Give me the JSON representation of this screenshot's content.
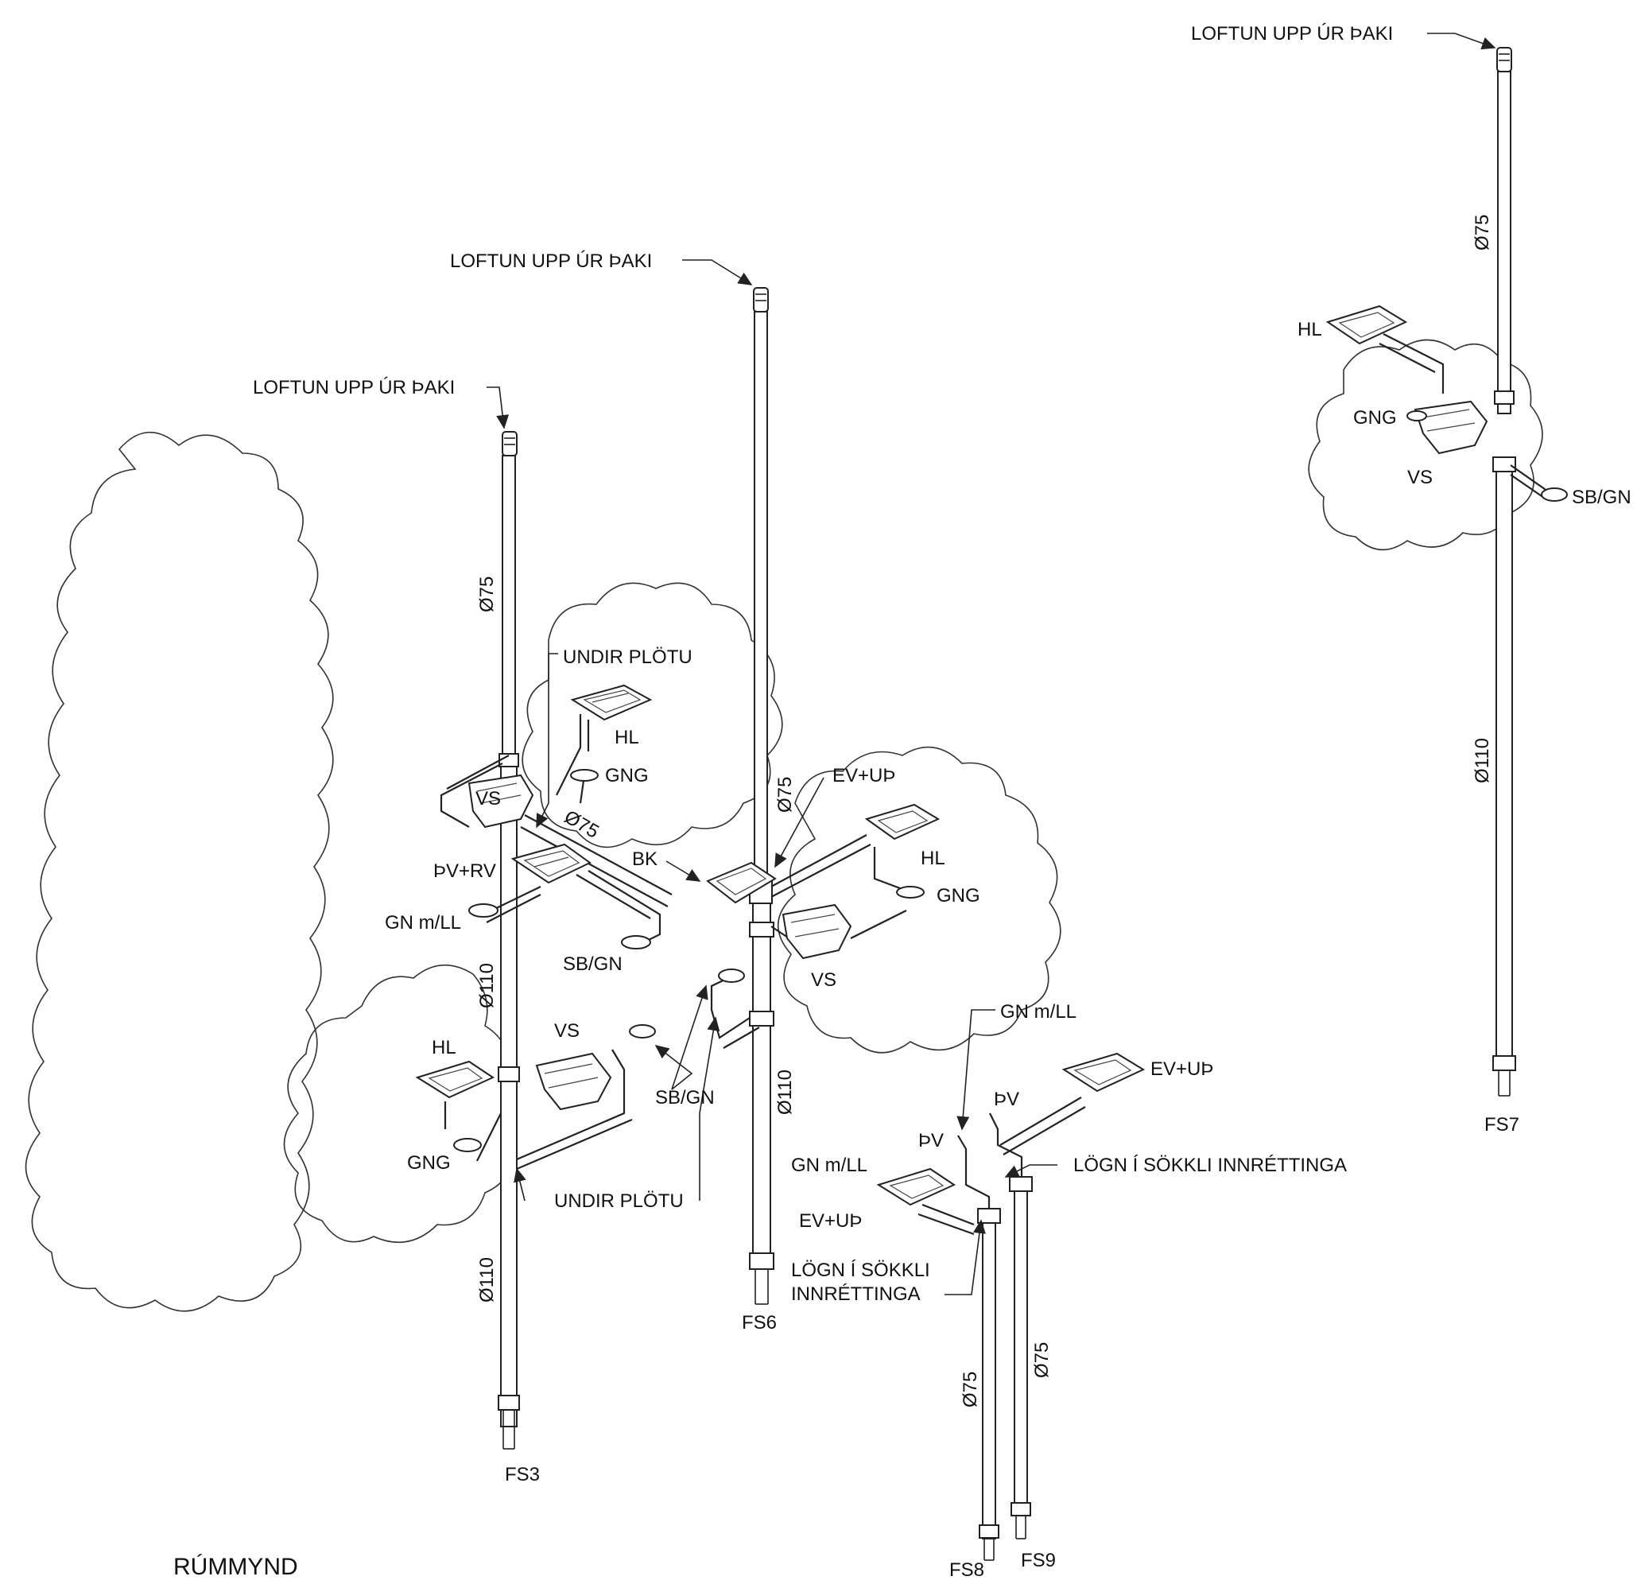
{
  "title": "RÚMMYND",
  "labels": {
    "vent_fs3": "LOFTUN UPP ÚR ÞAKI",
    "vent_fs6": "LOFTUN UPP ÚR ÞAKI",
    "vent_fs7": "LOFTUN UPP ÚR ÞAKI",
    "d75_fs3": "Ø75",
    "d110_fs3_upper": "Ø110",
    "d110_fs3_lower": "Ø110",
    "d75_fs6": "Ø75",
    "d110_fs6": "Ø110",
    "d75_branch": "Ø75",
    "d75_fs7": "Ø75",
    "d110_fs7": "Ø110",
    "d75_fs8": "Ø75",
    "d75_fs9": "Ø75",
    "undir_plotu_top": "UNDIR PLÖTU",
    "undir_plotu_bottom": "UNDIR PLÖTU",
    "hl_top": "HL",
    "gng_top": "GNG",
    "vs_top": "VS",
    "pv_rv": "ÞV+RV",
    "gn_mll_left": "GN m/LL",
    "sb_gn_mid": "SB/GN",
    "bk": "BK",
    "ev_up_mid": "EV+UÞ",
    "hl_right": "HL",
    "gng_right": "GNG",
    "vs_right": "VS",
    "hl_low": "HL",
    "vs_low": "VS",
    "gng_low": "GNG",
    "sb_gn_low": "SB/GN",
    "hl_fs7": "HL",
    "gng_fs7": "GNG",
    "vs_fs7": "VS",
    "sb_gn_fs7": "SB/GN",
    "gn_mll_fs9": "GN m/LL",
    "ev_up_fs9": "EV+UÞ",
    "pv_fs9": "ÞV",
    "pv_fs8": "ÞV",
    "gn_mll_fs8": "GN m/LL",
    "ev_up_fs8": "EV+UÞ",
    "logn_fs9": "LÖGN Í SÖKKLI INNRÉTTINGA",
    "logn_fs8_line1": "LÖGN Í SÖKKLI",
    "logn_fs8_line2": "INNRÉTTINGA",
    "fs3": "FS3",
    "fs6": "FS6",
    "fs7": "FS7",
    "fs8": "FS8",
    "fs9": "FS9"
  }
}
